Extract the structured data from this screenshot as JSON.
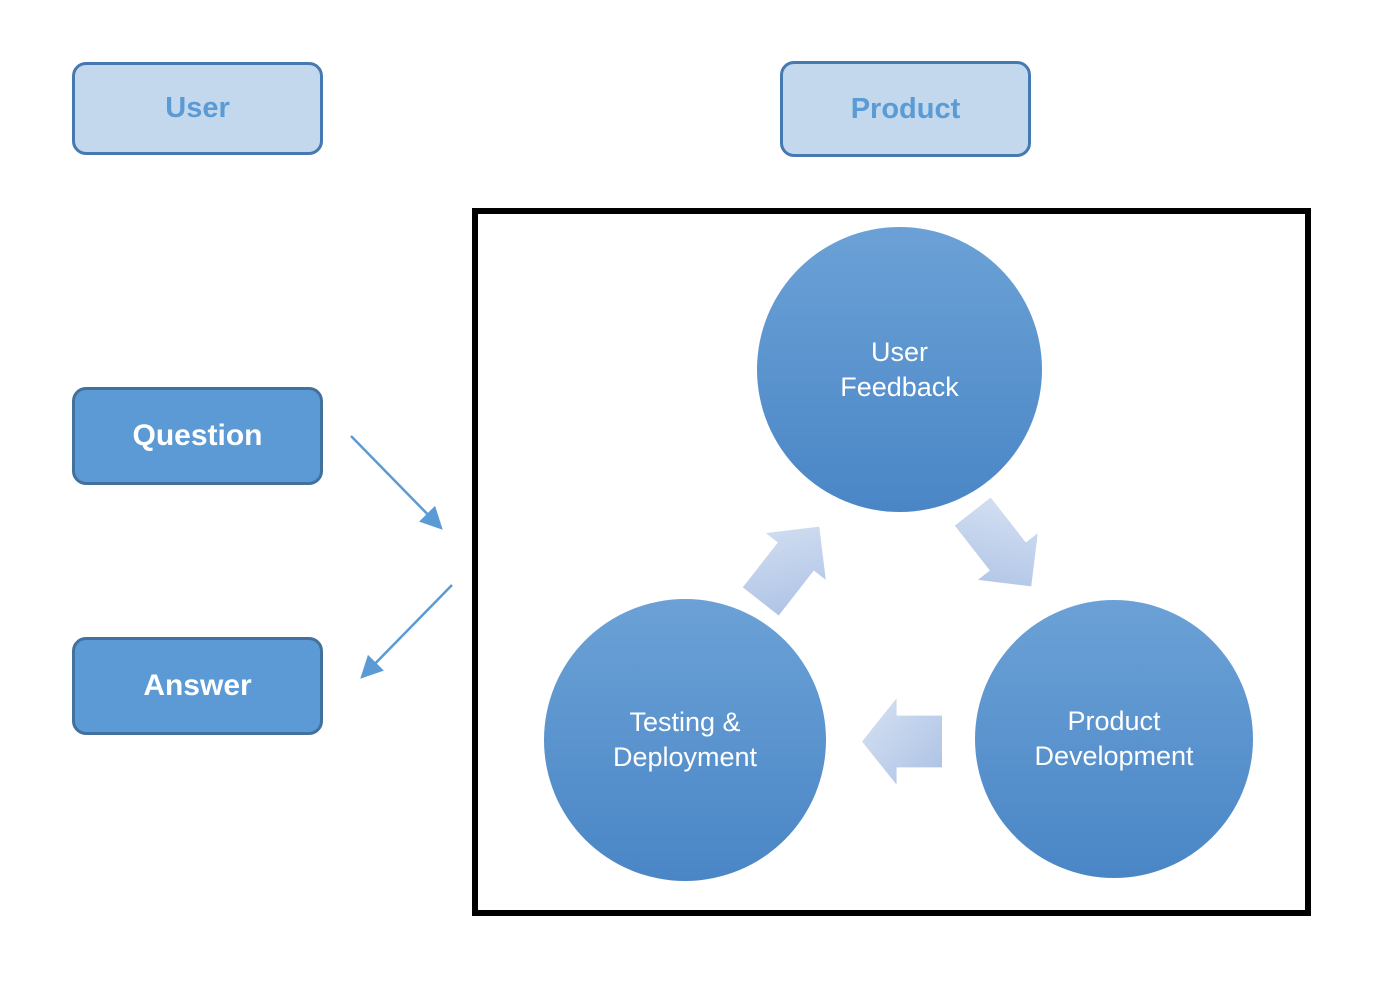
{
  "colors": {
    "accent_blue": "#5b9bd5",
    "light_box_fill": "#c3d8ec",
    "light_box_border": "#4679b2",
    "solid_box_fill": "#5b9ad4",
    "solid_box_border": "#41719c",
    "circle_gradient_top": "#6ba1d6",
    "circle_gradient_bottom": "#4a86c6",
    "block_arrow_light": "#d4dff2",
    "block_arrow_dark": "#adc2e5",
    "frame_border": "#000000",
    "thin_arrow": "#5b9bd5"
  },
  "labels": {
    "user": "User",
    "product": "Product",
    "question": "Question",
    "answer": "Answer"
  },
  "cycle": {
    "user_feedback": {
      "line1": "User",
      "line2": "Feedback"
    },
    "product_development": {
      "line1": "Product",
      "line2": "Development"
    },
    "testing_deployment": {
      "line1": "Testing &",
      "line2": "Deployment"
    }
  }
}
